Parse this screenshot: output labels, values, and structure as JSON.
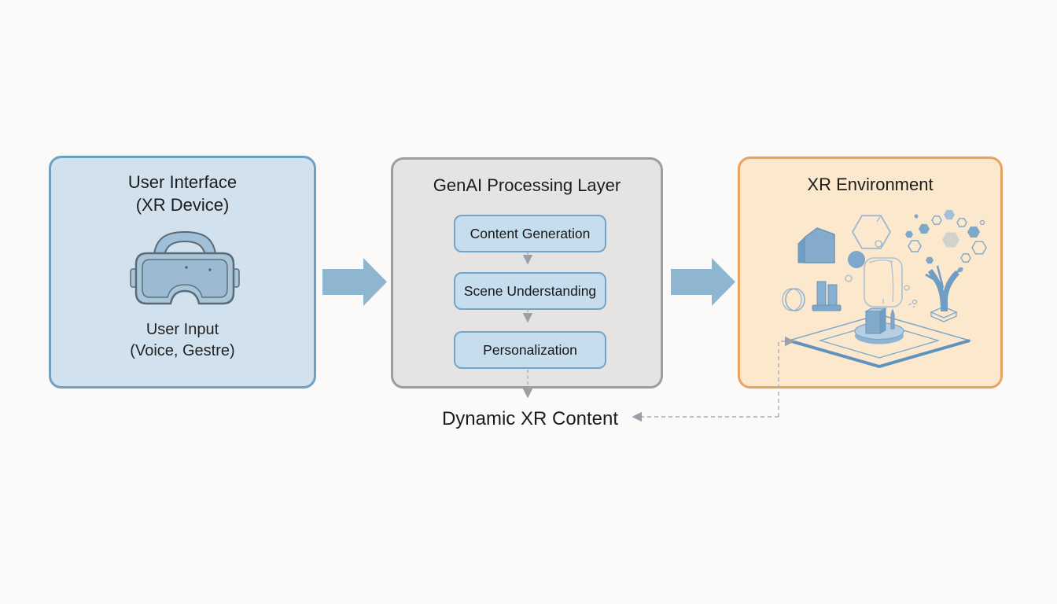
{
  "diagram": {
    "user_interface": {
      "title_line1": "User Interface",
      "title_line2": "(XR Device)",
      "caption_line1": "User Input",
      "caption_line2": "(Voice, Gestre)",
      "icon": "vr-headset-icon"
    },
    "genai_layer": {
      "title": "GenAI Processing Layer",
      "steps": [
        {
          "label": "Content Generation"
        },
        {
          "label": "Scene Understanding"
        },
        {
          "label": "Personalization"
        }
      ]
    },
    "xr_environment": {
      "title": "XR Environment",
      "icon": "xr-scene-illustration"
    },
    "output_label": "Dynamic XR Content"
  },
  "colors": {
    "background": "#fbfaf8",
    "ui_box_fill": "#d1e2ee",
    "ui_box_border": "#6fa0c4",
    "genai_box_fill": "#e5e4e2",
    "genai_box_border": "#9d9d9b",
    "step_fill": "#c6ddee",
    "step_border": "#74a5c9",
    "xr_box_fill": "#fce8cd",
    "xr_box_border": "#e8a361",
    "flow_arrow": "#8fb6d1",
    "dashed_connector": "#a6aaae",
    "text": "#1d1d1d"
  }
}
